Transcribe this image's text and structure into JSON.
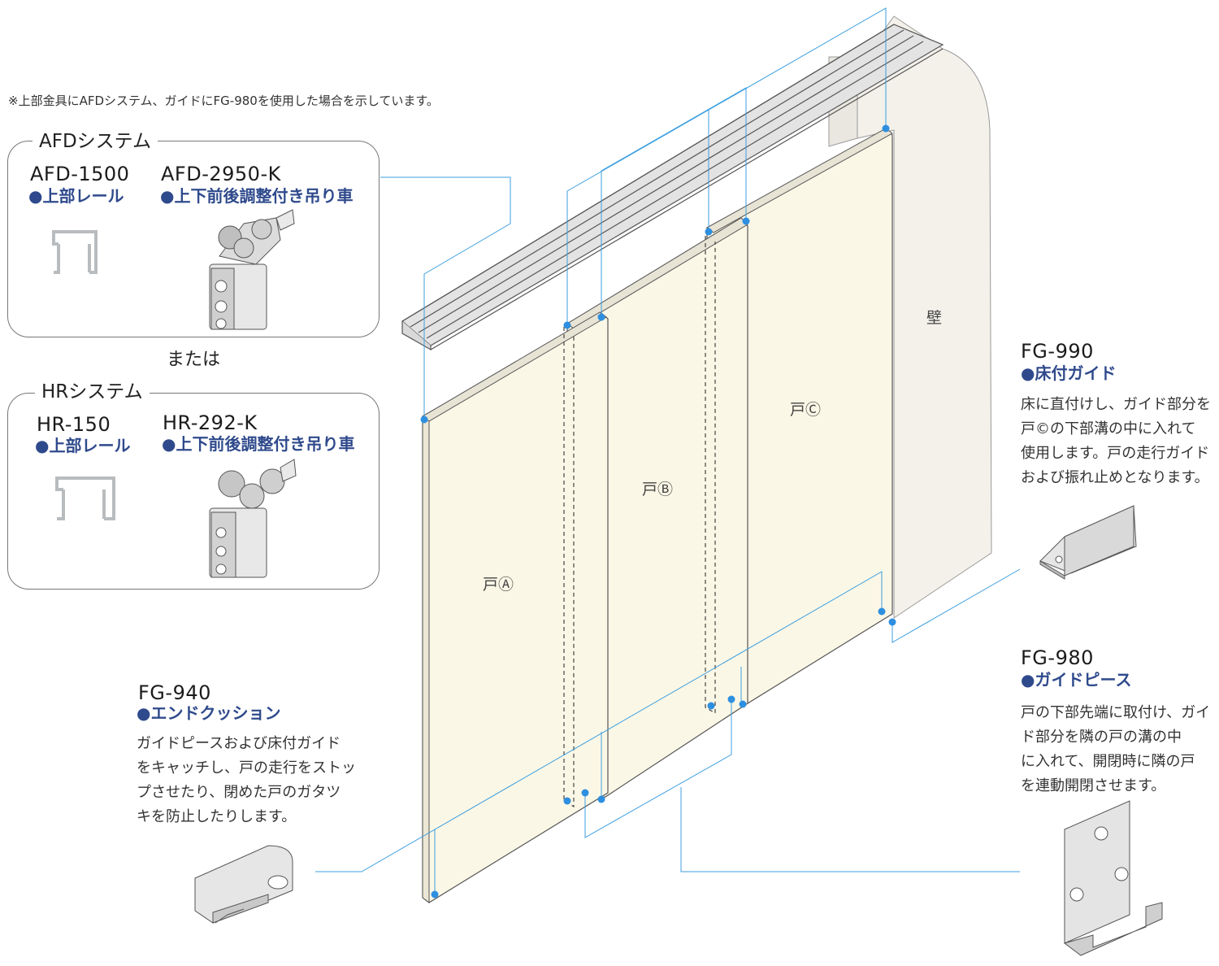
{
  "note": "※上部金具にAFDシステム、ガイドにFG-980を使用した場合を示しています。",
  "afd": {
    "title": "AFDシステム",
    "rail_model": "AFD-1500",
    "rail_name": "●上部レール",
    "hanger_model": "AFD-2950-K",
    "hanger_name": "●上下前後調整付き吊り車"
  },
  "or_label": "または",
  "hr": {
    "title": "HRシステム",
    "rail_model": "HR-150",
    "rail_name": "●上部レール",
    "hanger_model": "HR-292-K",
    "hanger_name": "●上下前後調整付き吊り車"
  },
  "fg990": {
    "model": "FG-990",
    "name": "●床付ガイド",
    "desc": [
      "床に直付けし、ガイド部分を",
      "戸©の下部溝の中に入れて",
      "使用します。戸の走行ガイド",
      "および振れ止めとなります。"
    ]
  },
  "fg980": {
    "model": "FG-980",
    "name": "●ガイドピース",
    "desc": [
      "戸の下部先端に取付け、ガイ",
      "ド部分を隣の戸の溝の中",
      "に入れて、開閉時に隣の戸",
      "を連動開閉させます。"
    ]
  },
  "fg940": {
    "model": "FG-940",
    "name": "●エンドクッション",
    "desc": [
      "ガイドピースおよび床付ガイド",
      "をキャッチし、戸の走行をストッ",
      "プさせたり、閉めた戸のガタツ",
      "キを防止したりします。"
    ]
  },
  "labels": {
    "door_a": "戸Ⓐ",
    "door_b": "戸Ⓑ",
    "door_c": "戸Ⓒ",
    "wall": "壁"
  },
  "colors": {
    "door_fill": "#fbf7e6",
    "wall_fill": "#f3f1ea",
    "leader": "#3c9fe0",
    "dot": "#2e8fe0",
    "accent_text": "#2f4a8c",
    "metal": "#b9bcbf"
  }
}
